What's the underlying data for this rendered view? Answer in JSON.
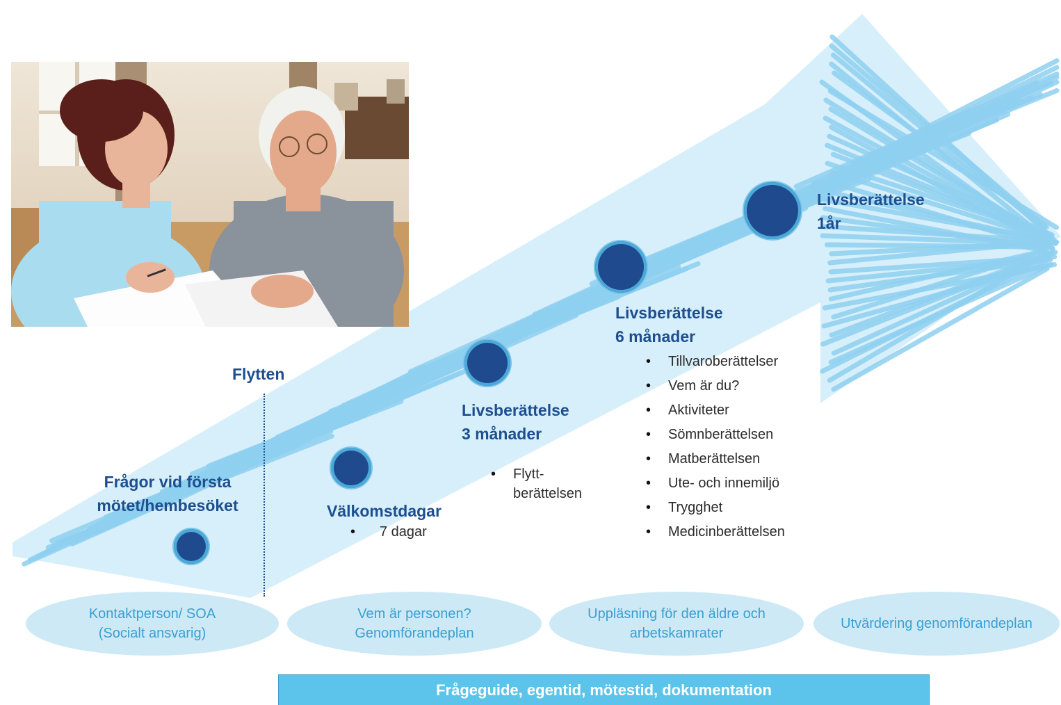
{
  "photo": {
    "description_icon": "caregiver-and-elderly-man-photo"
  },
  "divider": {
    "label": "Flytten"
  },
  "milestones": [
    {
      "title": "Frågor vid första\nmötet/hembesöket",
      "items": []
    },
    {
      "title": "Välkomstdagar",
      "items": [
        "7 dagar"
      ]
    },
    {
      "title": "Livsberättelse\n3 månader",
      "items": [
        "Flytt-\nberättelsen"
      ]
    },
    {
      "title": "Livsberättelse\n6 månader",
      "items": [
        "Tillvaroberättelser",
        "Vem är du?",
        "Aktiviteter",
        "Sömnberättelsen",
        "Matberättelsen",
        "Ute- och innemiljö",
        "Trygghet",
        "Medicinberättelsen"
      ]
    },
    {
      "title": "Livsberättelse\n1år",
      "items": []
    }
  ],
  "pills": [
    "Kontaktperson/ SOA\n(Socialt ansvarig)",
    "Vem är personen?\nGenomförandeplan",
    "Uppläsning för den äldre och\narbetskamrater",
    "Utvärdering genomförandeplan"
  ],
  "banner": {
    "label": "Frågeguide, egentid, mötestid, dokumentation"
  },
  "colors": {
    "accent_blue": "#1d4e8f",
    "scribble_blue": "#8fd0f0",
    "pill_fill": "#cde9f6",
    "pill_text": "#3a9fd2",
    "banner_fill": "#5cc4ea"
  }
}
